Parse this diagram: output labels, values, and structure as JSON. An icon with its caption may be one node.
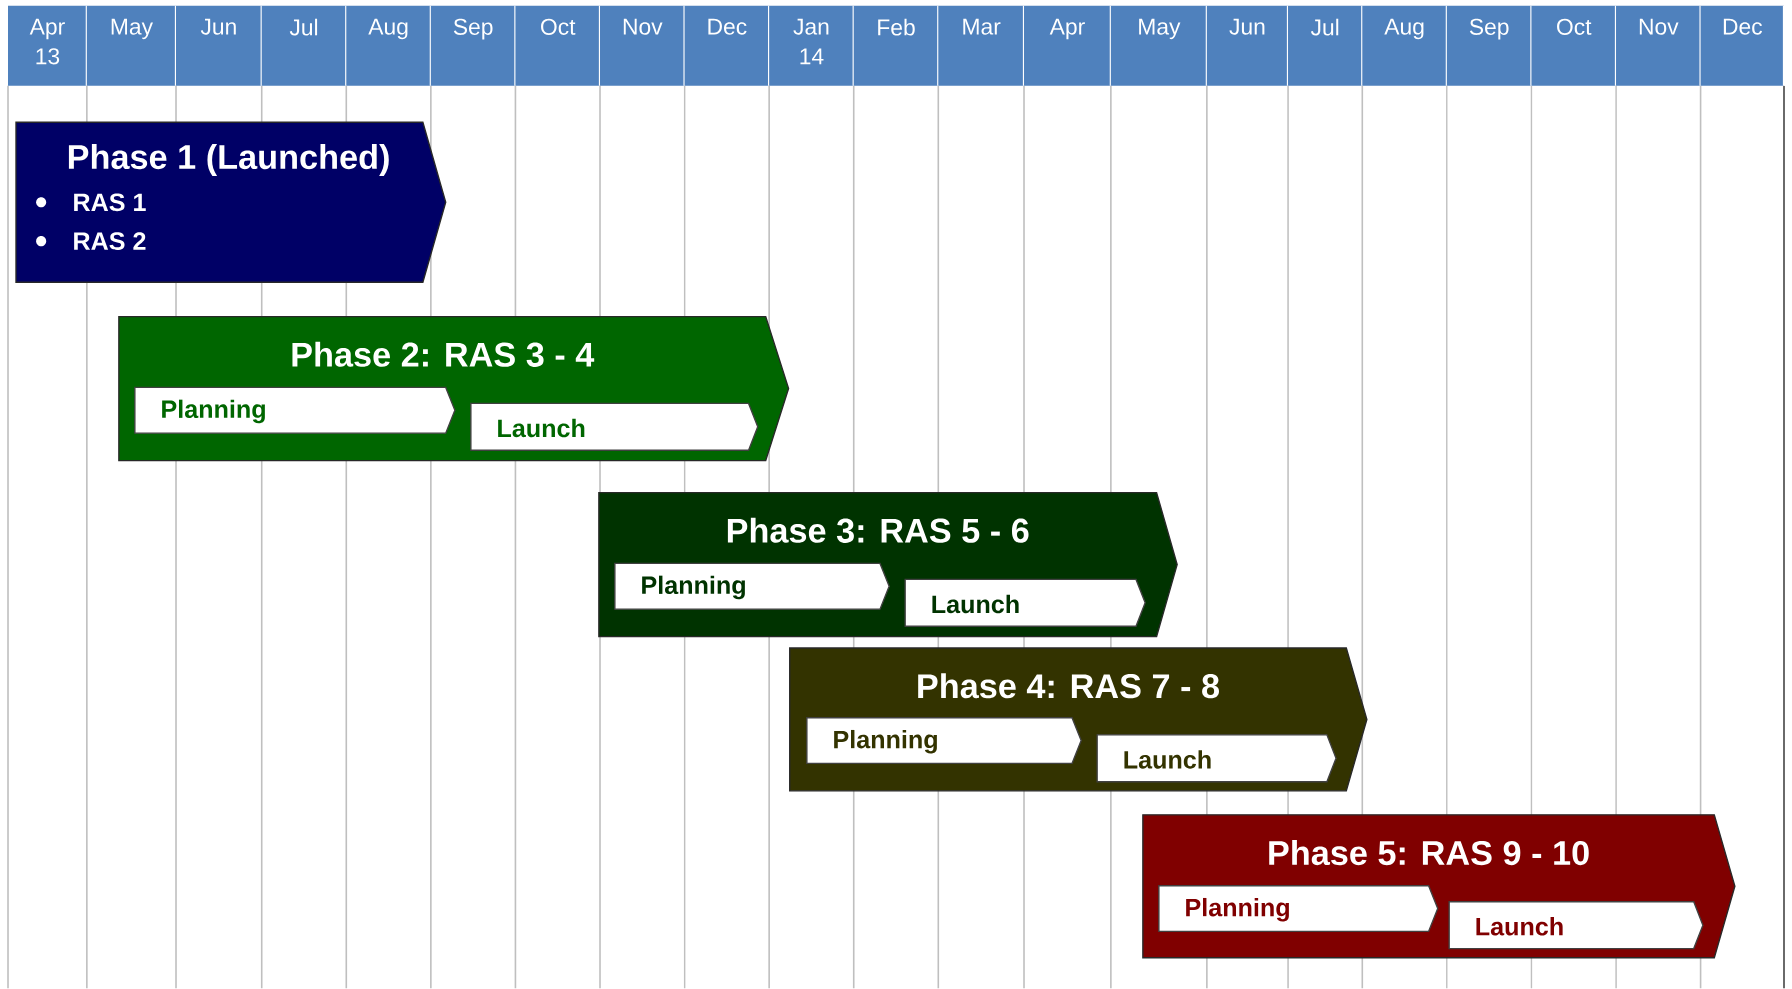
{
  "diagram": {
    "nodes": [
      {
        "text": [
          "Phase 1 (Launched)",
          "RAS 1",
          "RAS 2"
        ]
      },
      {
        "text": [
          "Phase 2: RAS 3 - 4"
        ]
      },
      {
        "text": [
          "Planning"
        ],
        "in": 1
      },
      {
        "text": [
          "Launch"
        ],
        "in": 1
      },
      {
        "text": [
          "Phase 3: RAS 5 - 6"
        ]
      },
      {
        "text": [
          "Planning"
        ],
        "in": 4
      },
      {
        "text": [
          "Launch"
        ],
        "in": 4
      },
      {
        "text": [
          "Phase 4: RAS 7 - 8"
        ]
      },
      {
        "text": [
          "Planning"
        ],
        "in": 7
      },
      {
        "text": [
          "Launch"
        ],
        "in": 7
      },
      {
        "text": [
          "Phase 5: RAS 9 - 10"
        ]
      },
      {
        "text": [
          "Planning"
        ],
        "in": 10
      },
      {
        "text": [
          "Launch"
        ],
        "in": 10
      }
    ],
    "labels": [
      "Apr 13",
      "May",
      "Jun",
      "Jul",
      "Aug",
      "Sep",
      "Oct",
      "Nov",
      "Dec",
      "Jan 14",
      "Feb",
      "Mar",
      "Apr",
      "May",
      "Jun",
      "Jul",
      "Aug",
      "Sep",
      "Oct",
      "Nov",
      "Dec"
    ]
  }
}
